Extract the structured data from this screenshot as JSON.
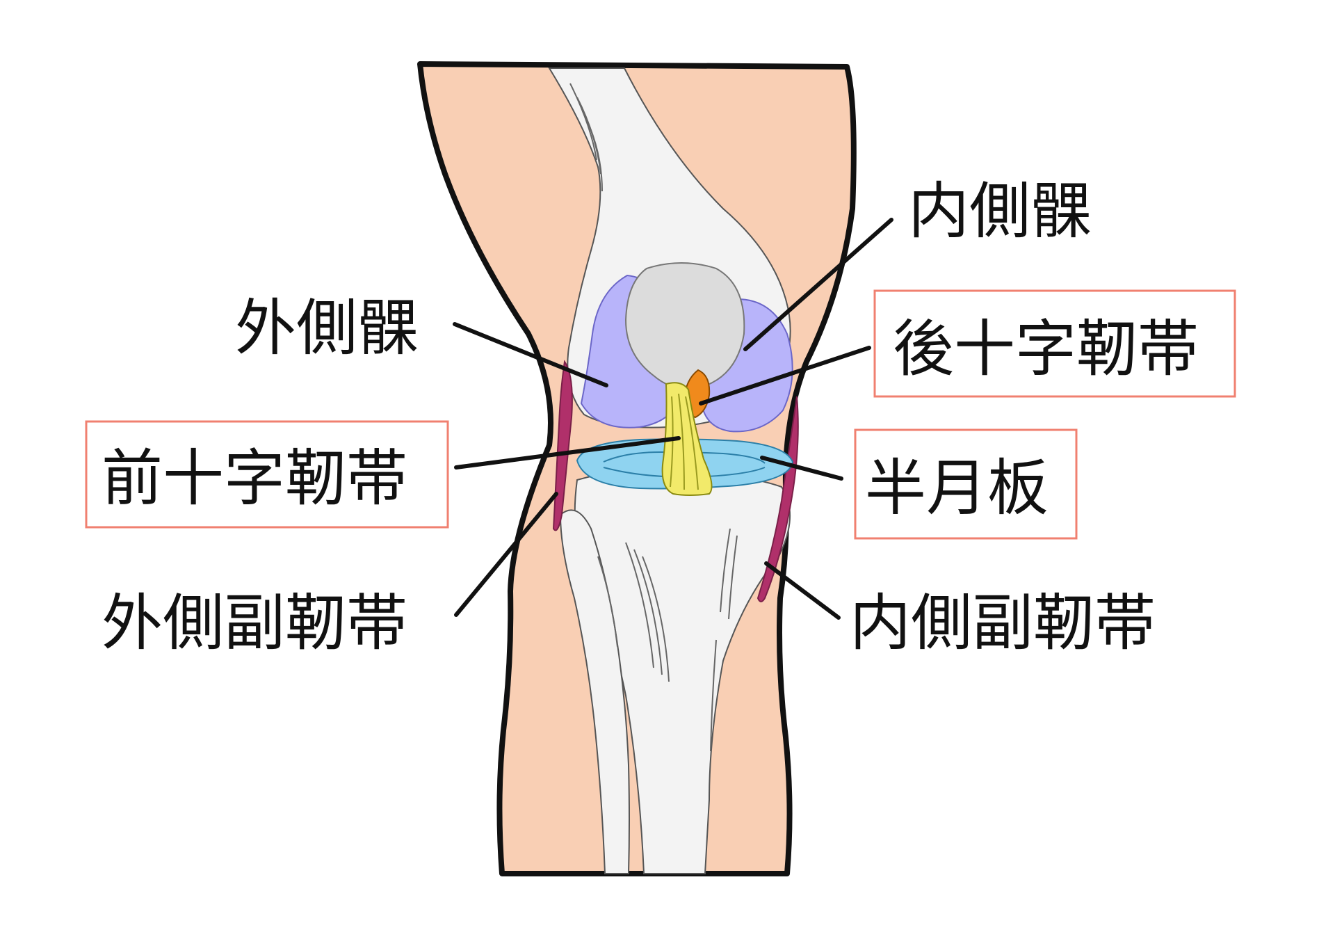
{
  "labels": {
    "medial_condyle": "内側髁",
    "lateral_condyle": "外側髁",
    "pcl": "後十字靭帯",
    "acl": "前十字靭帯",
    "meniscus": "半月板",
    "lcl": "外側副靭帯",
    "mcl": "内側副靭帯"
  },
  "colors": {
    "skin": "#f9cfb4",
    "bone": "#f3f3f3",
    "patella": "#dcdcdc",
    "condyle": "#b8b4fa",
    "meniscus": "#8fd3f0",
    "acl": "#f2ea6a",
    "pcl": "#f08a1c",
    "collateral_ligament": "#b0306a",
    "box_border": "#f08070",
    "outline": "#111111"
  }
}
